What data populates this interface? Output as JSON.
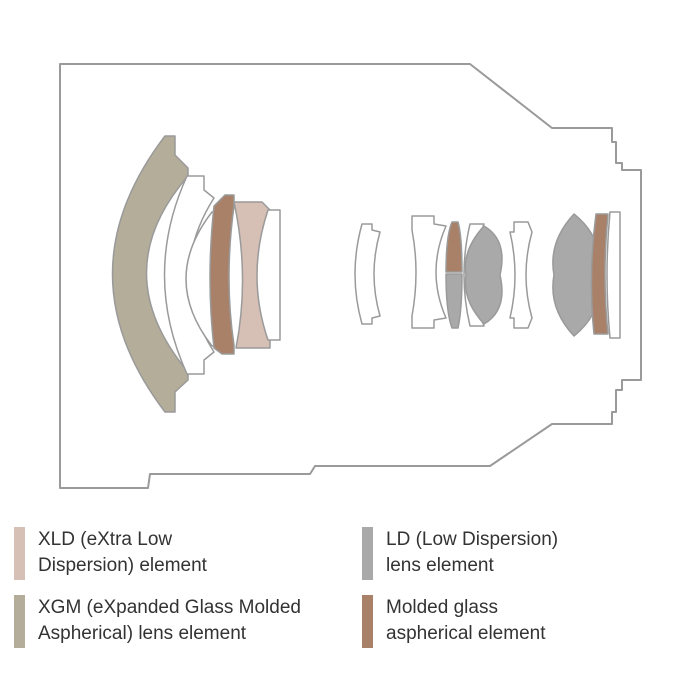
{
  "colors": {
    "xld": "#d6bfb5",
    "xgm": "#b4ad99",
    "ld": "#a9a9a9",
    "molded": "#a98169",
    "plain": "#ffffff",
    "outline": "#9a9a9a",
    "text": "#333333"
  },
  "legend": {
    "xld": {
      "label": "XLD (eXtra Low\nDispersion) element"
    },
    "xgm": {
      "label": "XGM (eXpanded Glass Molded\nAspherical) lens element"
    },
    "ld": {
      "label": "LD (Low Dispersion)\nlens element"
    },
    "molded": {
      "label": "Molded glass\naspherical element"
    }
  }
}
